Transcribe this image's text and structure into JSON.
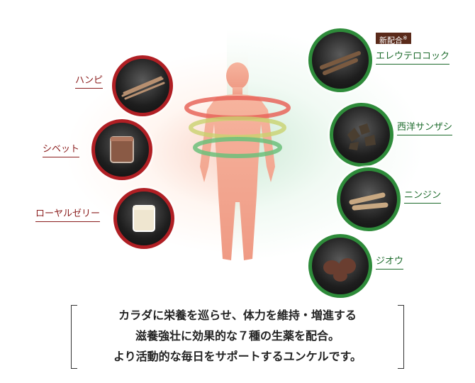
{
  "left_ingredients": [
    {
      "label": "ハンピ"
    },
    {
      "label": "シベット"
    },
    {
      "label": "ローヤルゼリー"
    }
  ],
  "right_ingredients": [
    {
      "label": "エレウテロコック"
    },
    {
      "label": "西洋サンザシ"
    },
    {
      "label": "ニンジン"
    },
    {
      "label": "ジオウ"
    }
  ],
  "badge": {
    "text": "新配合",
    "mark": "※"
  },
  "message": {
    "line1": "カラダに栄養を巡らせ、体力を維持・増進する",
    "line2": "滋養強壮に効果的な７種の生薬を配合。",
    "line3": "より活動的な毎日をサポートするユンケルです。"
  },
  "colors": {
    "left_accent": "#b01f24",
    "right_accent": "#2e8b3a",
    "body_figure": "#f2a58e",
    "ring_red": "#e8655a",
    "ring_green": "#6cc07a"
  }
}
